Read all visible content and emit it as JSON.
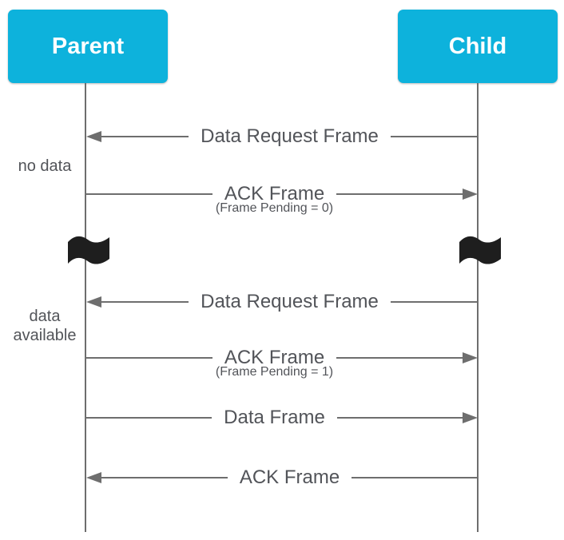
{
  "diagram": {
    "type": "sequence",
    "actors": [
      {
        "id": "parent",
        "label": "Parent"
      },
      {
        "id": "child",
        "label": "Child"
      }
    ],
    "messages": [
      {
        "label": "Data Request Frame",
        "from": "child",
        "to": "parent",
        "direction": "left"
      },
      {
        "label": "ACK Frame",
        "sub": "(Frame Pending = 0)",
        "from": "parent",
        "to": "child",
        "direction": "right"
      },
      {
        "label": "Data Request Frame",
        "from": "child",
        "to": "parent",
        "direction": "left"
      },
      {
        "label": "ACK Frame",
        "sub": "(Frame Pending = 1)",
        "from": "parent",
        "to": "child",
        "direction": "right"
      },
      {
        "label": "Data Frame",
        "from": "parent",
        "to": "child",
        "direction": "right"
      },
      {
        "label": "ACK Frame",
        "from": "child",
        "to": "parent",
        "direction": "left"
      }
    ],
    "side_notes": [
      {
        "text": "no data"
      },
      {
        "text": "data\navailable"
      }
    ],
    "break_markers": {
      "icon": "flag-icon",
      "count": 2
    },
    "colors": {
      "actor_bg": "#0db2dc",
      "actor_text": "#ffffff",
      "line": "#6e6e6e",
      "label_text": "#525459",
      "flag": "#1e1e1e"
    }
  }
}
